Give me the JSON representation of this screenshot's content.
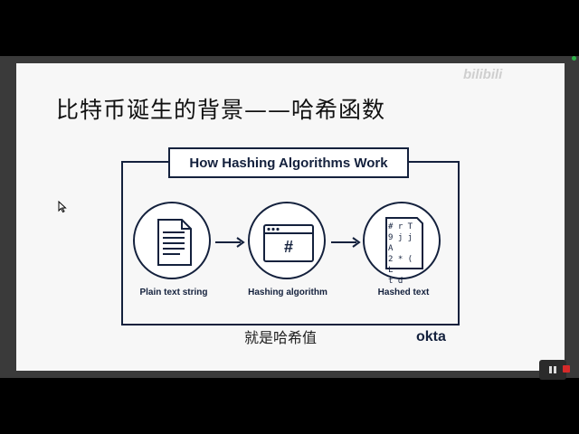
{
  "slide": {
    "title": "比特币诞生的背景——哈希函数",
    "diagram_title": "How Hashing Algorithms Work",
    "steps": [
      {
        "label": "Plain text string",
        "icon": "document-icon"
      },
      {
        "label": "Hashing algorithm",
        "icon": "browser-hash-icon"
      },
      {
        "label": "Hashed text",
        "icon": "hashed-document-icon"
      }
    ],
    "hashed_glyph_lines": [
      "# r T",
      "9 j j A",
      "2 * ( L",
      "t d"
    ],
    "hash_symbol": "#",
    "bottom_caption": "就是哈希值",
    "brand": "okta"
  },
  "overlay": {
    "watermark_text": "bilibili"
  },
  "colors": {
    "navy": "#14213d",
    "slide_bg": "#f7f7f7",
    "record": "#d62a2a"
  }
}
